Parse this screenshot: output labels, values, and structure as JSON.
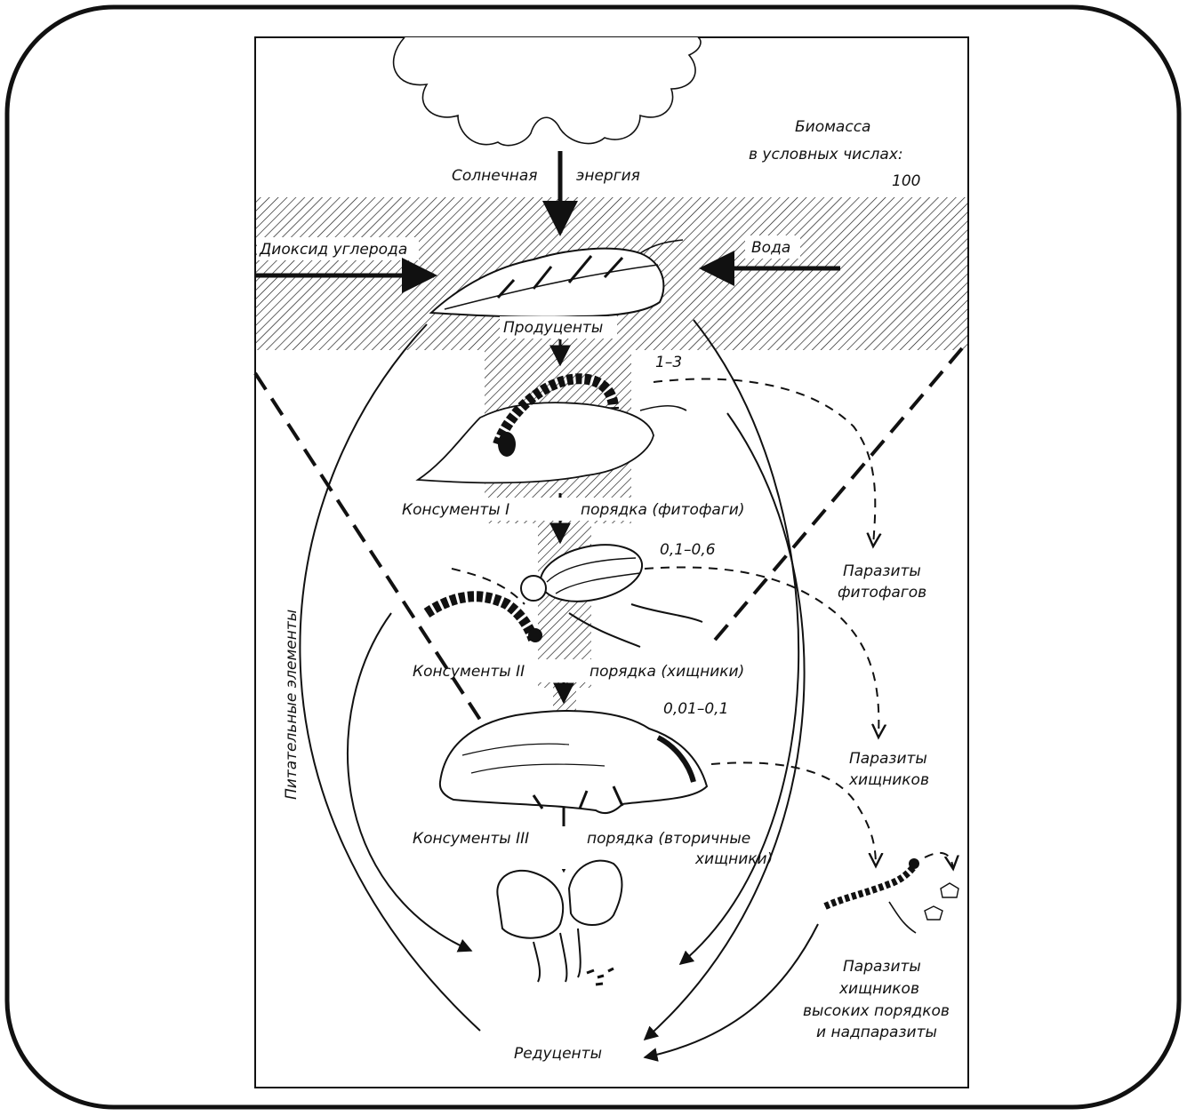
{
  "diagram": {
    "labels": {
      "solar_energy_1": "Солнечная",
      "solar_energy_2": "энергия",
      "biomass_1": "Биомасса",
      "biomass_2": "в условных числах:",
      "biomass_value": "100",
      "carbon_dioxide": "Диоксид углерода",
      "water": "Вода",
      "producers": "Продуценты",
      "level1_value": "1–3",
      "consumers1_a": "Консументы I",
      "consumers1_b": "порядка (фитофаги)",
      "level2_value": "0,1–0,6",
      "phyto_parasites_1": "Паразиты",
      "phyto_parasites_2": "фитофагов",
      "consumers2_a": "Консументы II",
      "consumers2_b": "порядка (хищники)",
      "level3_value": "0,01–0,1",
      "pred_parasites_1": "Паразиты",
      "pred_parasites_2": "хищников",
      "consumers3_a": "Консументы III",
      "consumers3_b": "порядка (вторичные",
      "consumers3_c": "хищники)",
      "nutrients": "Питательные элементы",
      "high_parasites_1": "Паразиты",
      "high_parasites_2": "хищников",
      "high_parasites_3": "высоких порядков",
      "high_parasites_4": "и надпаразиты",
      "decomposers": "Редуценты"
    },
    "colors": {
      "ink": "#111111",
      "paper": "#ffffff"
    },
    "icons": [
      "sun-icon",
      "leaf-icon",
      "caterpillar-icon",
      "beetle-icon",
      "badger-icon",
      "mushroom-icon",
      "parasite-icon"
    ]
  }
}
